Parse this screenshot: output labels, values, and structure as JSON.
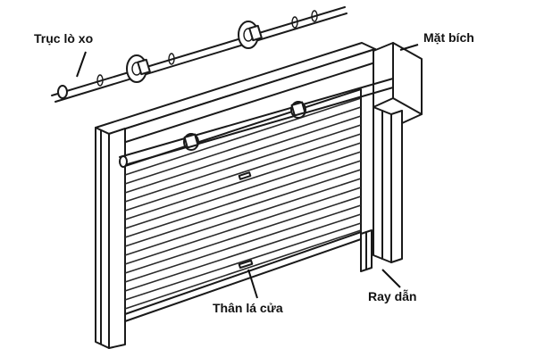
{
  "labels": {
    "spring_shaft": "Trục lò xo",
    "flange": "Mặt bích",
    "door_body": "Thân lá cửa",
    "guide_rail": "Ray dẫn"
  },
  "colors": {
    "line": "#1a1a1a",
    "background": "#ffffff",
    "text": "#111111"
  }
}
